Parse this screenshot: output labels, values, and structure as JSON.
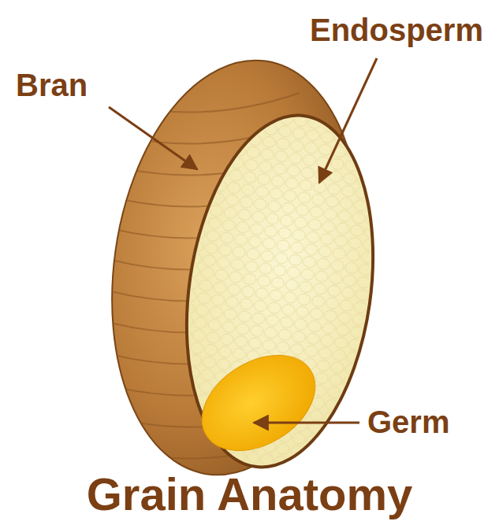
{
  "diagram": {
    "title": "Grain Anatomy",
    "labels": [
      "Endosperm",
      "Bran",
      "Germ"
    ]
  }
}
